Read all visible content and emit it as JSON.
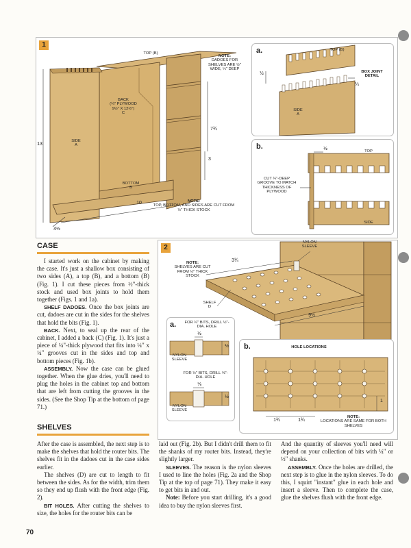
{
  "figure1": {
    "number": "1",
    "labels": {
      "top": "TOP",
      "top_letter": "B",
      "back": "BACK",
      "back_spec": "(¼\" PLYWOOD",
      "back_dims": "9½\" x 12½\")",
      "back_letter": "C",
      "side": "SIDE",
      "side_letter": "A",
      "bottom": "BOTTOM",
      "bottom_letter": "B",
      "dim_13": "13",
      "dim_10": "10",
      "dim_4": "4½",
      "dim_7": "7¾",
      "dim_3": "3",
      "note_dadoes_title": "NOTE:",
      "note_dadoes_text": "DADOES FOR SHELVES ARE ½\" WIDE, ¼\" DEEP",
      "note_bottom_title": "NOTE:",
      "note_bottom_text": "TOP, BOTTOM, AND SIDES ARE CUT FROM ½\" THICK STOCK"
    },
    "detail_a": {
      "letter": "a.",
      "top": "TOP",
      "top_letter": "B",
      "box_joint": "BOX JOINT DETAIL",
      "side": "SIDE",
      "side_letter": "A",
      "dim_half": "½",
      "dim_quarter": "¼"
    },
    "detail_b": {
      "letter": "b.",
      "top": "TOP",
      "side": "SIDE",
      "dim_half": "½",
      "groove_note": "CUT ¼\"-DEEP GROOVE TO MATCH THICKNESS OF PLYWOOD"
    }
  },
  "figure2": {
    "number": "2",
    "labels": {
      "note_title": "NOTE:",
      "note_text": "SHELVES ARE CUT FROM ½\" THICK STOCK",
      "dim_top": "3¾",
      "dim_side": "9½",
      "nylon_sleeve": "NYLON SLEEVE",
      "shelf": "SHELF",
      "shelf_letter": "D"
    },
    "detail_a": {
      "letter": "a.",
      "top_caption": "FOR ¼\" BITS, DRILL ½\"-DIA. HOLE",
      "top_sleeve": "NYLON SLEEVE",
      "top_dim_w": "½",
      "top_dim_h": "½",
      "bottom_caption": "FOR ½\" BITS, DRILL ⅝\"-DIA. HOLE",
      "bottom_sleeve": "NYLON SLEEVE",
      "bottom_dim_w": "⅝",
      "bottom_dim_h": "½"
    },
    "detail_b": {
      "letter": "b.",
      "title": "HOLE LOCATIONS",
      "dim_1": "1¾",
      "dim_2": "1¾",
      "dim_3": "1",
      "note_title": "NOTE:",
      "note_text": "LOCATIONS ARE SAME FOR BOTH SHELVES"
    }
  },
  "sections": {
    "case_heading": "CASE",
    "shelves_heading": "SHELVES"
  },
  "text": {
    "case_intro": "I started work on the cabinet by making the case. It's just a shallow box consisting of two sides (A), a top (B), and a bottom (B) (Fig. 1). I cut these pieces from ½\"-thick stock and used box joints to hold them together (Figs. 1 and 1a).",
    "shelf_dadoes_head": "SHELF DADOES.",
    "shelf_dadoes_body": " Once the box joints are cut, dadoes are cut in the sides for the shelves that hold the bits (Fig. 1).",
    "back_head": "BACK.",
    "back_body": " Next, to seal up the rear of the cabinet, I added a back (C) (Fig. 1). It's just a piece of ¼\"-thick plywood that fits into ¼\" x ¼\" grooves cut in the sides and top and bottom pieces (Fig. 1b).",
    "assembly_head": "ASSEMBLY.",
    "assembly_body": " Now the case can be glued together. When the glue dries, you'll need to plug the holes in the cabinet top and bottom that are left from cutting the grooves in the sides. (See the Shop Tip at the bottom of page 71.)",
    "shelves_intro": "After the case is assembled, the next step is to make the shelves that hold the router bits. The shelves fit in the dadoes cut in the case sides earlier.",
    "shelves_p2": "The shelves (D) are cut to length to fit between the sides. As for the width, trim them so they end up flush with the front edge (Fig. 2).",
    "bit_holes_head": "BIT HOLES.",
    "bit_holes_body": " After cutting the shelves to size, the holes for the router bits can be",
    "col2_p1": "laid out (Fig. 2b). But I didn't drill them to fit the shanks of my router bits. Instead, they're slightly larger.",
    "sleeves_head": "SLEEVES.",
    "sleeves_body": " The reason is the nylon sleeves I used to line the holes (Fig. 2a and the Shop Tip at the top of page 71). They make it easy to get bits in and out.",
    "note_head": "Note:",
    "note_body": " Before you start drilling, it's a good idea to buy the nylon sleeves first.",
    "col3_p1": "And the quantity of sleeves you'll need will depend on your collection of bits with ¼\" or ½\" shanks.",
    "assembly2_head": "ASSEMBLY.",
    "assembly2_body": " Once the holes are drilled, the next step is to glue in the nylon sleeves. To do this, I squirt \"instant\" glue in each hole and insert a sleeve. Then to complete the case, glue the shelves flush with the front edge."
  },
  "page_number": "70",
  "colors": {
    "wood": "#d9b679",
    "wood_dark": "#b8925a",
    "accent": "#e8a33b"
  }
}
